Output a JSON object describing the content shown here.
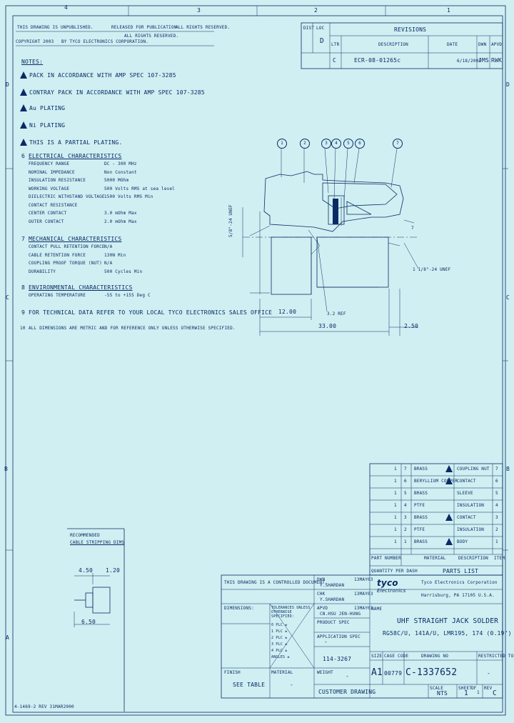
{
  "frame": {
    "zones_top": [
      "4",
      "3",
      "2",
      "1"
    ],
    "zones_side": [
      "D",
      "C",
      "B",
      "A"
    ]
  },
  "header": {
    "row1_left": "THIS DRAWING IS UNPUBLISHED.",
    "row1_mid": "RELEASED FOR PUBLICATION",
    "row1_right": "ALL RIGHTS RESERVED.",
    "row2_left": "COPYRIGHT 2003",
    "row2_mid": "BY TYCO ELECTRONICS CORPORATION.",
    "row2_right": "ALL RIGHTS RESERVED."
  },
  "revisions": {
    "title": "REVISIONS",
    "headers": [
      "LTR",
      "DESCRIPTION",
      "DATE",
      "DWN",
      "APVD"
    ],
    "dist": "DIST",
    "loc": "LOC",
    "loc_val": "D",
    "row": {
      "ltr": "C",
      "desc": "ECR-08-01265c",
      "date": "6/18/2008",
      "dwn": "JMS",
      "apvd": "RWK"
    }
  },
  "notes": {
    "title": "NOTES:",
    "items": [
      {
        "num": "1",
        "tri": true,
        "text": "PACK IN ACCORDANCE WITH AMP SPEC 107-3285"
      },
      {
        "num": "2",
        "tri": true,
        "text": "CONTRAY PACK IN ACCORDANCE WITH AMP SPEC 107-3285"
      },
      {
        "num": "3",
        "tri": true,
        "text": "Au PLATING"
      },
      {
        "num": "4",
        "tri": true,
        "text": "Ni PLATING"
      },
      {
        "num": "5",
        "tri": true,
        "text": "THIS IS A PARTIAL PLATING."
      }
    ],
    "n6": "6",
    "n6_title": "ELECTRICAL CHARACTERISTICS",
    "elec": [
      [
        "FREQUENCY RANGE",
        "DC - 300 MHz"
      ],
      [
        "NOMINAL IMPEDANCE",
        "Non Constant"
      ],
      [
        "INSULATION RESISTANCE",
        "5000 MOhm"
      ],
      [
        "WORKING VOLTAGE",
        "500 Volts RMS at sea level"
      ],
      [
        "DIELECTRIC WITHSTAND VOLTAGE",
        "1500 Volts RMS Min"
      ],
      [
        "CONTACT RESISTANCE",
        ""
      ],
      [
        "CENTER CONTACT",
        "3.0 mOhm Max"
      ],
      [
        "OUTER CONTACT",
        "2.0 mOhm Max"
      ]
    ],
    "n7": "7",
    "n7_title": "MECHANICAL CHARACTERISTICS",
    "mech": [
      [
        "CONTACT PULL RETENTION FORCE",
        "N/A"
      ],
      [
        "CABLE RETENTION FORCE",
        "130N Min"
      ],
      [
        "COUPLING PROOF TORQUE (NUT)",
        "N/A"
      ],
      [
        "DURABILITY",
        "500 Cycles Min"
      ]
    ],
    "n8": "8",
    "n8_title": "ENVIRONMENTAL CHARACTERISTICS",
    "env": [
      [
        "OPERATING TEMPERATURE",
        "-55 to +155 Deg C"
      ]
    ],
    "n9": "9",
    "n9_text": "FOR TECHNICAL DATA REFER TO YOUR LOCAL TYCO ELECTRONICS SALES OFFICE",
    "n10": "10",
    "n10_text": "ALL DIMENSIONS ARE METRIC AND FOR REFERENCE ONLY UNLESS OTHERWISE SPECIFIED."
  },
  "drawing": {
    "balloons": [
      "1",
      "2",
      "3",
      "4",
      "5",
      "6",
      "7"
    ],
    "dim_a": "12.00",
    "dim_b": "33.00",
    "dim_c": "2.50",
    "thread": "1 1/8\"-24 UNEF",
    "left_dim": "5/8\"-24 UNEF",
    "center_d": "3.2 REF",
    "pin_d": "7"
  },
  "parts_list": {
    "rows": [
      {
        "qty": "1",
        "item": "7",
        "mat": "BRASS",
        "tri": true,
        "desc": "COUPLING NUT",
        "fin": "7"
      },
      {
        "qty": "1",
        "item": "6",
        "mat": "BERYLLIUM COPPER",
        "tri": true,
        "desc": "CONTACT",
        "fin": "6"
      },
      {
        "qty": "1",
        "item": "5",
        "mat": "BRASS",
        "tri": false,
        "desc": "SLEEVE",
        "fin": "5"
      },
      {
        "qty": "1",
        "item": "4",
        "mat": "PTFE",
        "tri": false,
        "desc": "INSULATION",
        "fin": "4"
      },
      {
        "qty": "1",
        "item": "3",
        "mat": "BRASS",
        "tri": true,
        "desc": "CONTACT",
        "fin": "3"
      },
      {
        "qty": "1",
        "item": "2",
        "mat": "PTFE",
        "tri": false,
        "desc": "INSULATION",
        "fin": "2"
      },
      {
        "qty": "1",
        "item": "1",
        "mat": "BRASS",
        "tri": true,
        "desc": "BODY",
        "fin": "1"
      }
    ],
    "hdr": {
      "part_no": "PART NUMBER",
      "material": "MATERIAL",
      "description": "DESCRIPTION",
      "item": "ITEM"
    },
    "qty_label": "QUANTITY PER DASH",
    "title": "PARTS LIST"
  },
  "strip": {
    "title1": "RECOMMENDED",
    "title2": "CABLE STRIPPING DIMS",
    "d1": "4.50",
    "d2": "1.20",
    "d3": "6.50"
  },
  "title_block": {
    "controlled": "THIS DRAWING IS A CONTROLLED DOCUMENT.",
    "dwn_lbl": "DWN",
    "dwn": "Y.SHARDAN",
    "dwn_date": "13MAY03",
    "chk_lbl": "CHK",
    "chk": "Y.SHARDAN",
    "chk_date": "13MAY03",
    "apvd_lbl": "APVD",
    "apvd": "CN.HSU JEN-HUNG",
    "apvd_date": "13MAY03",
    "prod_spec": "PRODUCT SPEC",
    "app_spec": "APPLICATION SPEC",
    "app_val": "-",
    "weight": "WEIGHT",
    "weight_val": "-",
    "dims": "DIMENSIONS:",
    "tol": "TOLERANCES UNLESS OTHERWISE SPECIFIED:",
    "tol_rows": [
      "0 PLC ±",
      "1 PLC ±",
      "2 PLC ±",
      "3 PLC ±",
      "4 PLC ±",
      "ANGLES ±"
    ],
    "finish": "FINISH",
    "finish_val": "SEE TABLE",
    "material": "MATERIAL",
    "material_val": "-",
    "spec_val": "114-3267",
    "company": "Tyco Electronics Corporation",
    "city": "Harrisburg, PA 17105 U.S.A.",
    "logo1": "tyco",
    "logo2": "Electronics",
    "name_lbl": "NAME",
    "title1": "UHF STRAIGHT JACK SOLDER",
    "title2": "RG58C/U, 141A/U, LMR195, 174 (0.19\")",
    "size": "A1",
    "cage": "00779",
    "dwg_no": "C-1337652",
    "rev": "C",
    "dash": "-",
    "size_lbl": "SIZE",
    "cage_lbl": "CAGE CODE",
    "dwg_lbl": "DRAWING NO",
    "rev_lbl": "RESTRICTED TO",
    "customer": "CUSTOMER DRAWING",
    "scale_lbl": "SCALE",
    "scale": "NTS",
    "sheet_lbl": "SHEET",
    "sheet": "1",
    "of": "OF",
    "sheets": "1",
    "rev2_lbl": "REV",
    "rev2": "C"
  },
  "footer": {
    "form": "4-1469-2 REV 31MAR2000"
  }
}
